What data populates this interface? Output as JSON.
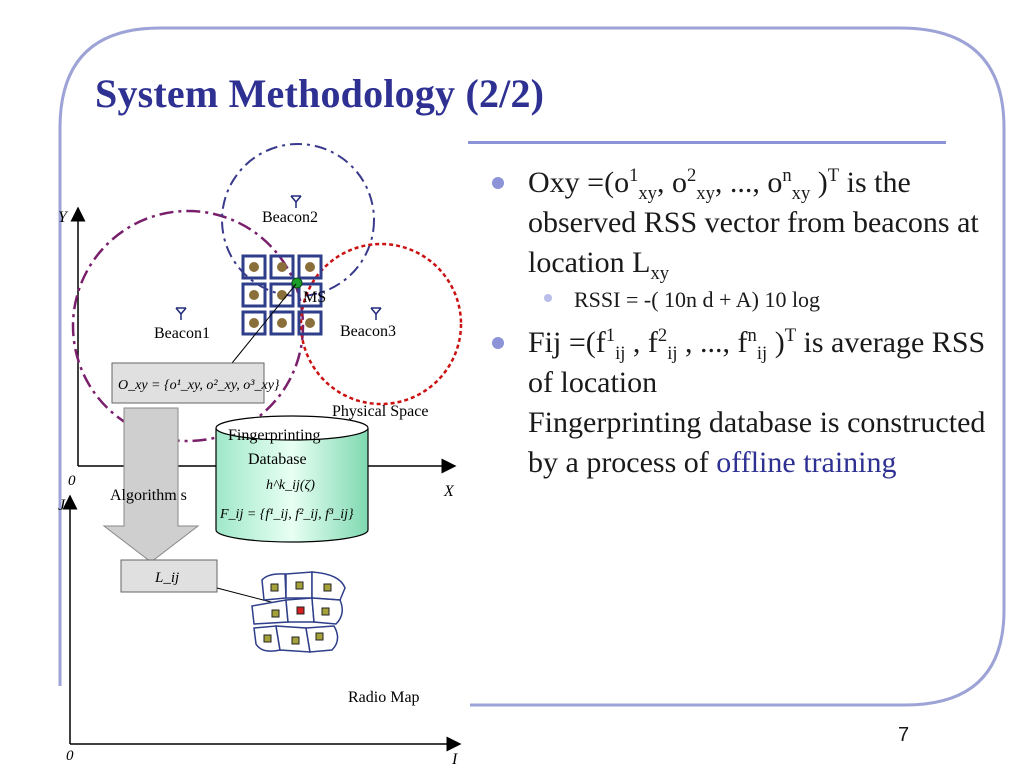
{
  "slide": {
    "title": "System Methodology (2/2)",
    "page_number": "7"
  },
  "figure": {
    "beacon1": "Beacon1",
    "beacon2": "Beacon2",
    "beacon3": "Beacon3",
    "ms": "MS",
    "physical_space": "Physical Space",
    "radio_map": "Radio Map",
    "axis_y": "Y",
    "axis_x": "X",
    "axis_j": "J",
    "axis_i": "I",
    "origin_top": "0",
    "origin_bottom": "0",
    "algorithms": "Algorithm s",
    "db_line1": "Fingerprinting",
    "db_line2": "Database",
    "oxy_formula": "O_xy = {o¹_xy, o²_xy, o³_xy}",
    "fij_formula": "F_ij = {f¹_ij, f²_ij, f³_ij}",
    "hij_formula": "h^k_ij(ζ)",
    "lij_label": "L_ij"
  },
  "bullets": {
    "b1": {
      "t1": "Oxy =(o",
      "s1": "1",
      "u1": "xy",
      "t2": ", o",
      "s2": "2",
      "u2": "xy",
      "t3": ", ..., o",
      "s3": "n",
      "u3": "xy",
      "t4": " )",
      "s4": "T",
      "t5": " is the observed RSS vector from beacons at location L",
      "u5": "xy"
    },
    "sub1": "RSSI = -( 10n d + A)  10 log",
    "b2": {
      "t1": "Fij =(f",
      "s1": "1",
      "u1": "ij",
      "t2": " , f",
      "s2": "2",
      "u2": "ij",
      "t3": " , ..., f",
      "s3": "n",
      "u3": "ij",
      "t4": " )",
      "s4": "T",
      "t5": " is average RSS of location"
    },
    "b3_text": "Fingerprinting database is constructed by a process of ",
    "b3_accent": "offline training"
  },
  "colors": {
    "title": "#2e3192",
    "frame": "#9da3d6",
    "bullet": "#8c93d6"
  }
}
